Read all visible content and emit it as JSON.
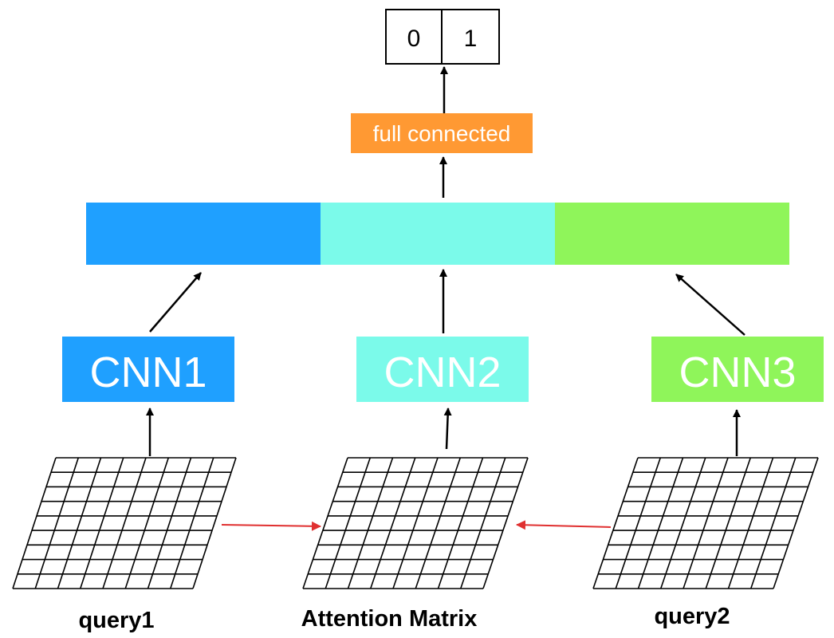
{
  "output": {
    "cells": [
      "0",
      "1"
    ]
  },
  "fc_layer": {
    "label": "full connected",
    "color": "#FF9933"
  },
  "concat_bar": {
    "segment_colors": [
      "#1FA0FF",
      "#7BFAEA",
      "#8FF55A"
    ]
  },
  "cnns": [
    {
      "label": "CNN1",
      "color": "#1FA0FF"
    },
    {
      "label": "CNN2",
      "color": "#7BFAEA"
    },
    {
      "label": "CNN3",
      "color": "#8FF55A"
    }
  ],
  "matrices": [
    {
      "label": "query1"
    },
    {
      "label": "Attention Matrix"
    },
    {
      "label": "query2"
    }
  ],
  "colors": {
    "arrow": "#000000",
    "attention_arrow": "#E03030",
    "grid": "#000000"
  }
}
